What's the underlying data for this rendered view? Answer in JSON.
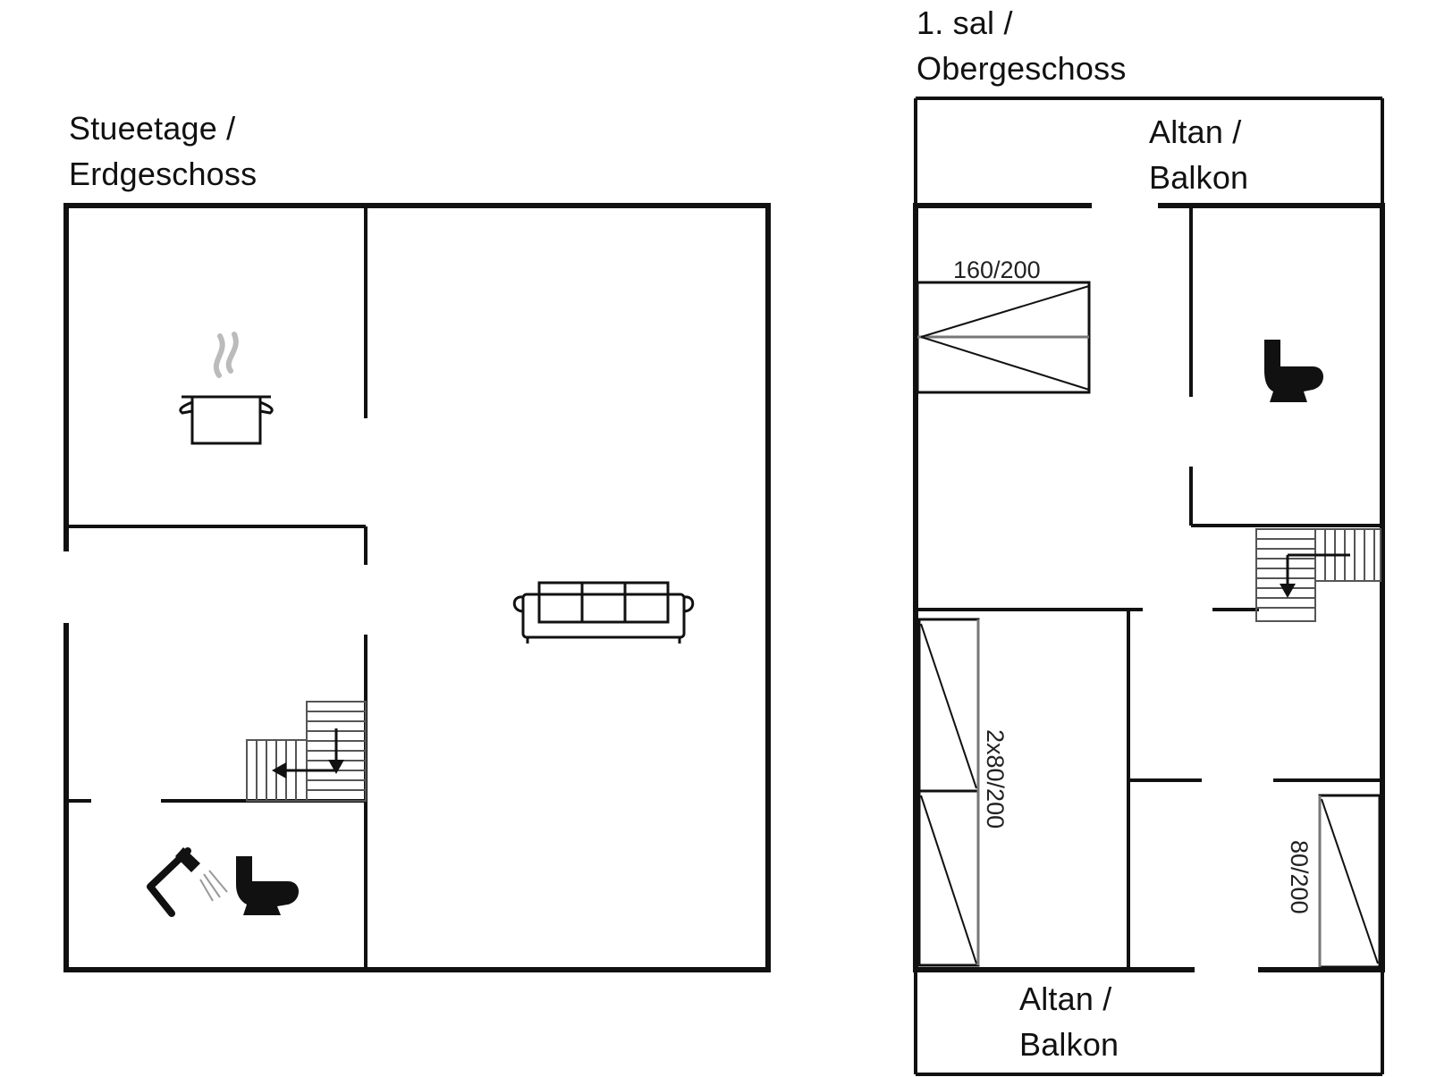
{
  "ground_floor": {
    "title_line1": "Stueetage /",
    "title_line2": "Erdgeschoss"
  },
  "upper_floor": {
    "title_line1": "1. sal /",
    "title_line2": "Obergeschoss",
    "balcony_top_line1": "Altan /",
    "balcony_top_line2": "Balkon",
    "balcony_bottom_line1": "Altan /",
    "balcony_bottom_line2": "Balkon",
    "bed_double_size": "160/200",
    "bed_twin_size": "2x80/200",
    "bed_single_size": "80/200"
  },
  "icons": [
    "cooking-pot-icon",
    "sofa-icon",
    "staircase-icon",
    "shower-icon",
    "toilet-icon",
    "double-bed-icon",
    "single-bed-icon"
  ],
  "colors": {
    "walls": "#111111",
    "background": "#ffffff",
    "steam": "#bbbbbb"
  }
}
